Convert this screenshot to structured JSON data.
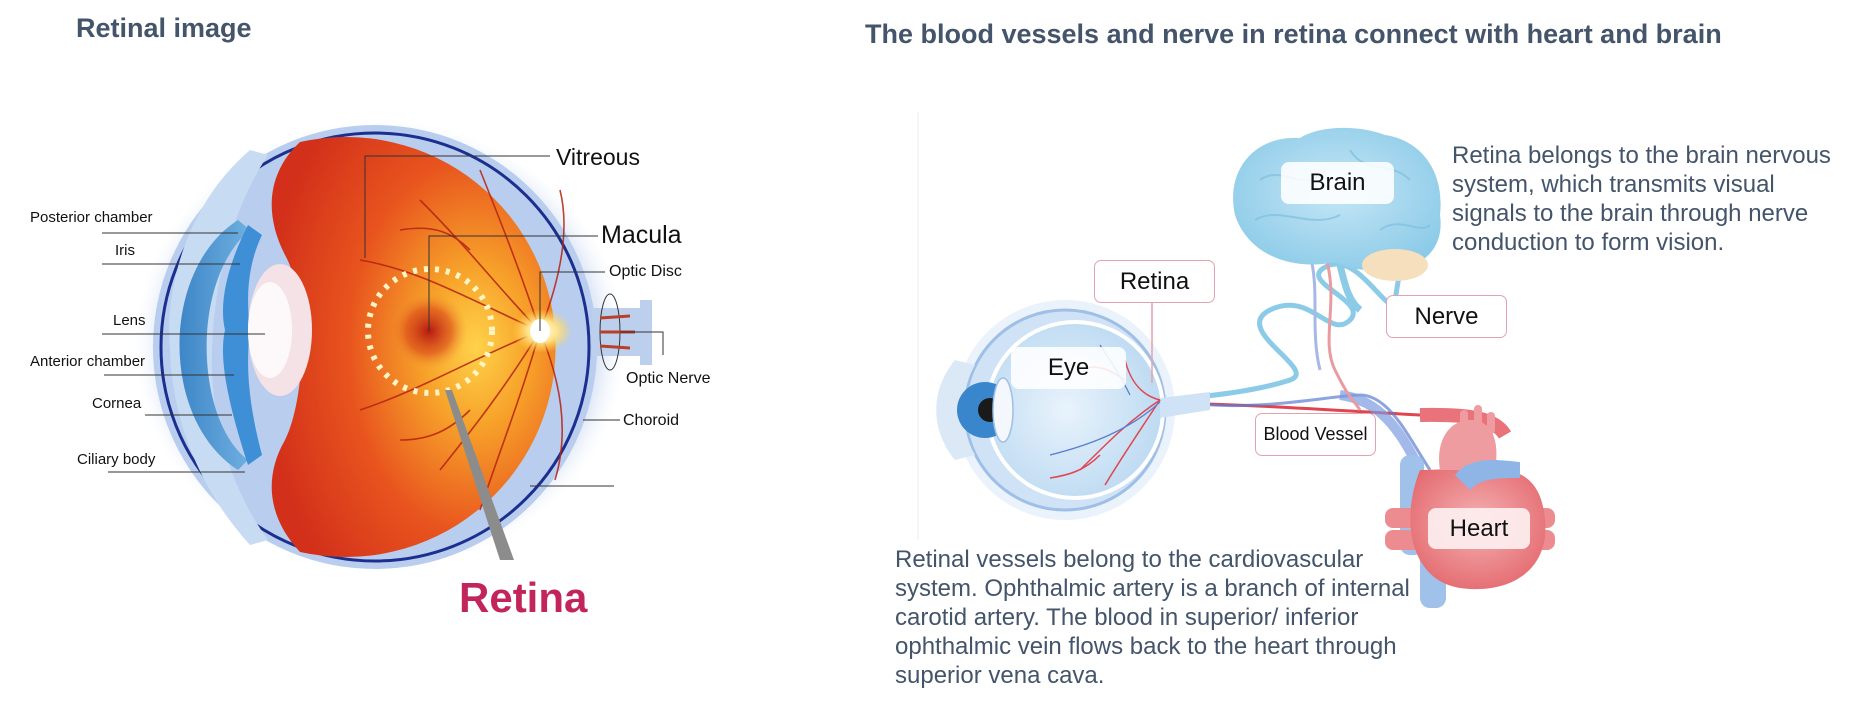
{
  "left_panel": {
    "title": "Retinal image",
    "labels_left": {
      "posterior_chamber": "Posterior chamber",
      "iris": "Iris",
      "lens": "Lens",
      "anterior_chamber": "Anterior chamber",
      "cornea": "Cornea",
      "ciliary_body": "Ciliary body"
    },
    "labels_right": {
      "vitreous": "Vitreous",
      "macula": "Macula",
      "optic_disc": "Optic Disc",
      "optic_nerve": "Optic Nerve",
      "choroid": "Choroid"
    },
    "retina_label": "Retina",
    "retina_color": "#c2255c"
  },
  "right_panel": {
    "title": "The blood vessels and nerve in retina connect with heart and brain",
    "labels": {
      "brain": "Brain",
      "retina": "Retina",
      "nerve": "Nerve",
      "eye": "Eye",
      "blood_vessel": "Blood Vessel",
      "heart": "Heart"
    },
    "brain_text": [
      "Retina belongs to the brain nervous",
      "system, which transmits visual",
      "signals to the brain through nerve",
      "conduction to form vision."
    ],
    "vessel_text": [
      "Retinal vessels belong to the cardiovascular",
      "system. Ophthalmic artery is a branch of internal",
      "carotid artery. The blood in superior/ inferior",
      "ophthalmic vein flows back to the heart through",
      "superior vena cava."
    ]
  },
  "colors": {
    "heading": "#44546a",
    "label_border": "#e3a3ae",
    "artery": "#e0454f",
    "vein": "#5b7fd0",
    "nerve": "#8ccbe8"
  }
}
